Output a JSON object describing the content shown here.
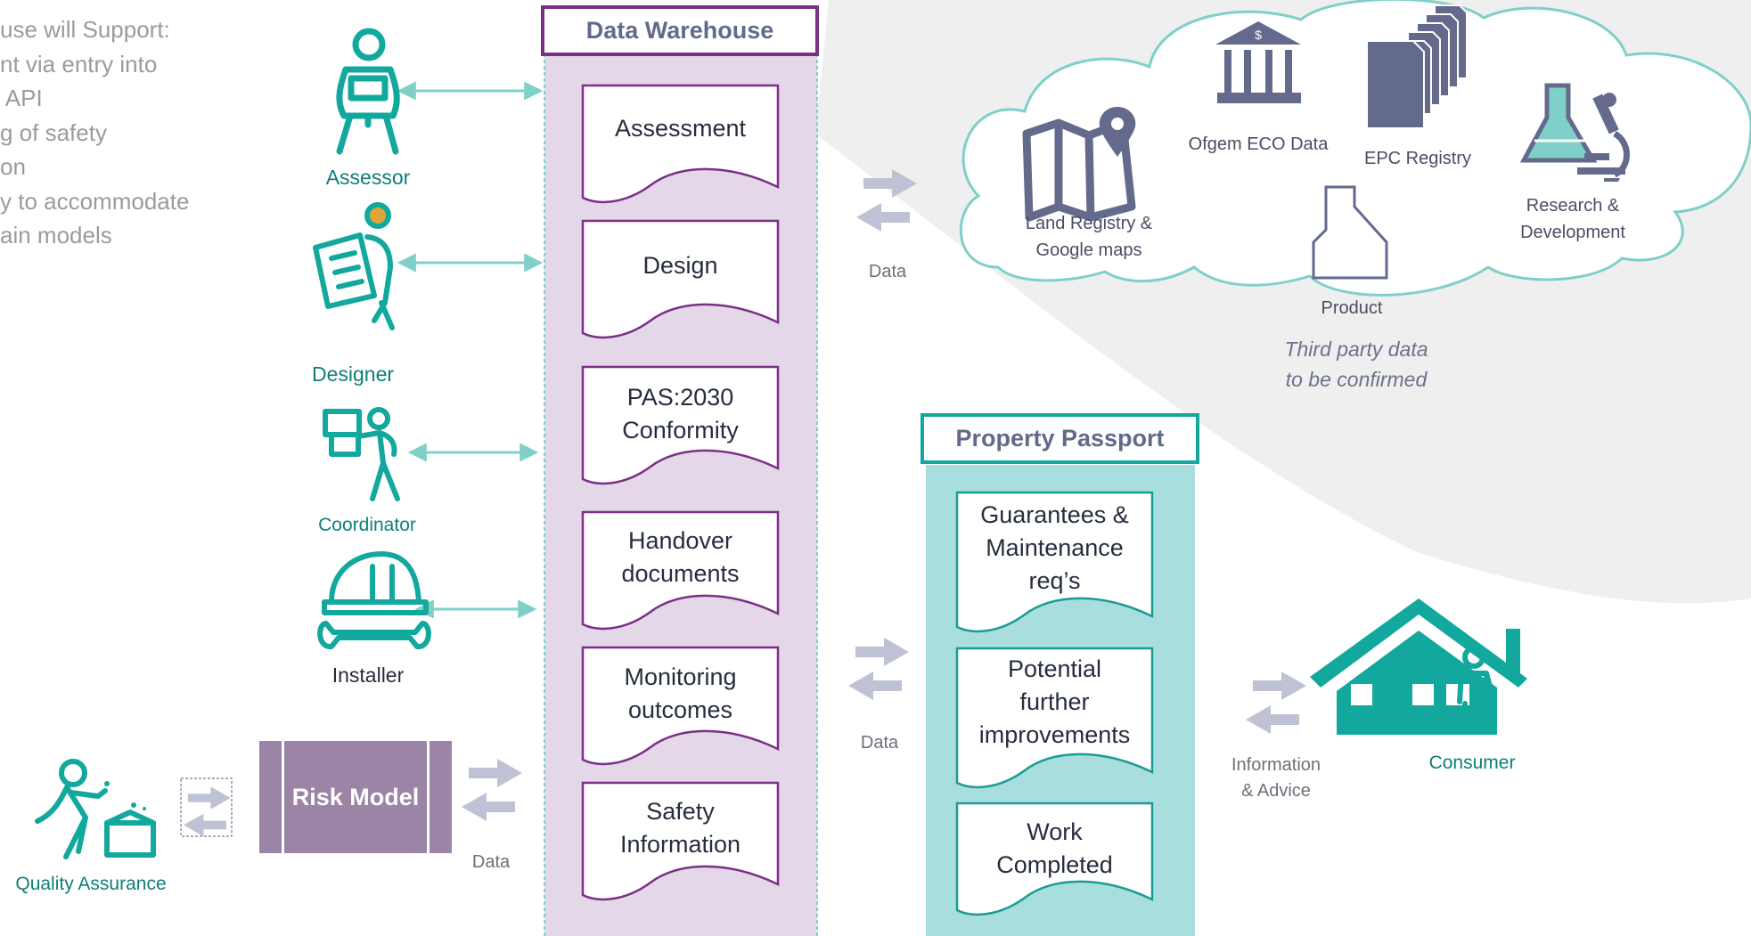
{
  "note": {
    "lines": [
      "use will Support:",
      "nt via entry into",
      " API",
      "g of safety",
      "on",
      "y to accommodate",
      "ain models"
    ]
  },
  "roles": {
    "assessor": "Assessor",
    "designer": "Designer",
    "coordinator": "Coordinator",
    "installer": "Installer",
    "quality_assurance": "Quality Assurance",
    "consumer": "Consumer"
  },
  "data_warehouse": {
    "title": "Data Warehouse",
    "items": [
      [
        "Assessment"
      ],
      [
        "Design"
      ],
      [
        "PAS:2030",
        "Conformity"
      ],
      [
        "Handover",
        "documents"
      ],
      [
        "Monitoring",
        "outcomes"
      ],
      [
        "Safety",
        "Information"
      ]
    ]
  },
  "property_passport": {
    "title": "Property Passport",
    "items": [
      [
        "Guarantees &",
        "Maintenance",
        "req’s"
      ],
      [
        "Potential",
        "further",
        "improvements"
      ],
      [
        "Work",
        "Completed"
      ]
    ]
  },
  "risk_model": {
    "label": "Risk Model"
  },
  "flow_labels": {
    "warehouse_cloud": "Data",
    "warehouse_passport": "Data",
    "risk_warehouse": "Data",
    "passport_consumer": [
      "Information",
      "& Advice"
    ]
  },
  "third_party": {
    "land_registry": [
      "Land Registry &",
      "Google maps"
    ],
    "ofgem": "Ofgem ECO Data",
    "epc": "EPC Registry",
    "research": [
      "Research &",
      "Development"
    ],
    "product": "Product",
    "note": [
      "Third party data",
      "to be confirmed"
    ]
  },
  "colors": {
    "teal": "#13a89e",
    "teal_light": "#a8dedd",
    "purple": "#7b2f86",
    "lavender": "#e3d7e8",
    "slate": "#636a8c",
    "risk": "#9b84a5"
  },
  "icons": {
    "assessor": "person-with-clipboard-icon",
    "designer": "person-with-blueprint-icon",
    "coordinator": "person-with-box-icon",
    "installer": "hardhat-wrench-icon",
    "quality_assurance": "inspector-icon",
    "consumer": "house-with-person-icon",
    "land_registry": "map-pin-icon",
    "ofgem": "bank-icon",
    "epc": "stacked-documents-icon",
    "research": "lab-flask-microscope-icon",
    "product": "bottle-outline-icon"
  }
}
